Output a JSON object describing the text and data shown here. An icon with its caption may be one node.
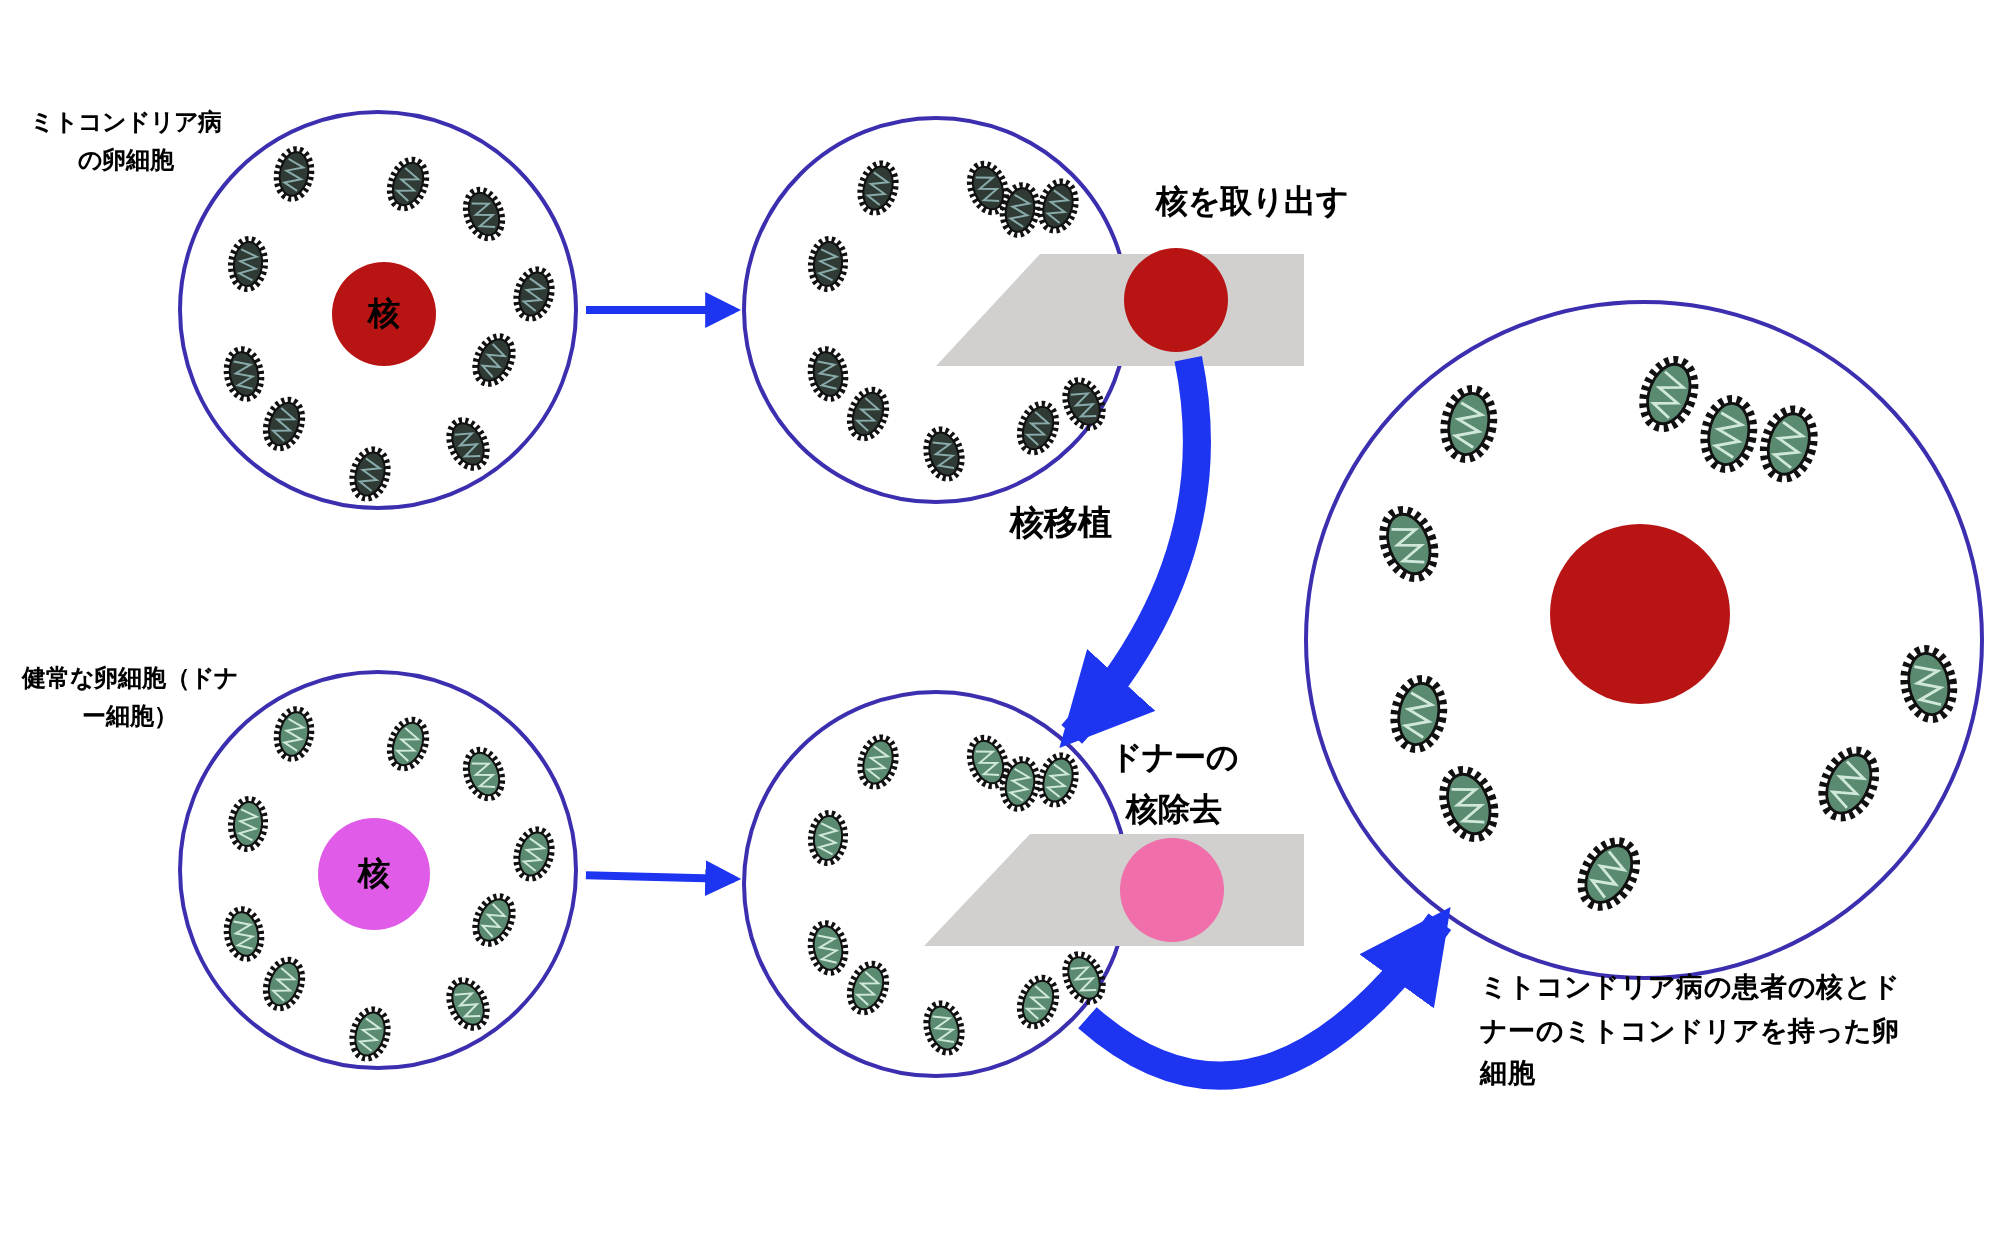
{
  "diagram": {
    "nodes": [
      {
        "text": [],
        "shape": "circle",
        "beside": [
          "ミトコンドリア病の卵細胞"
        ]
      },
      {
        "text": [
          "核"
        ],
        "in": 0
      },
      {
        "text": [],
        "shape": "circle"
      },
      {
        "text": [],
        "shape": "circle",
        "beside": [
          "核を取り出す"
        ]
      },
      {
        "text": [],
        "shape": "circle",
        "beside": [
          "健常な卵細胞（ドナー細胞）"
        ]
      },
      {
        "text": [
          "核"
        ],
        "in": 4
      },
      {
        "text": [],
        "shape": "circle"
      },
      {
        "text": [],
        "shape": "circle",
        "beside": [
          "ドナーの核除去"
        ]
      },
      {
        "text": [],
        "shape": "circle",
        "beside": [
          "ミトコンドリア病の患者の核とドナーのミトコンドリアを持った卵細胞"
        ]
      },
      {
        "text": [],
        "shape": "circle",
        "in": 8
      }
    ],
    "edges": [
      {
        "from": 0,
        "to": 2,
        "arrow": "to"
      },
      {
        "from": 4,
        "to": 6,
        "arrow": "to"
      },
      {
        "from": 3,
        "to": 6,
        "arrow": "to",
        "label": "核移植",
        "style": "thick"
      },
      {
        "from": 6,
        "to": 8,
        "arrow": "to",
        "style": "thick"
      }
    ]
  }
}
